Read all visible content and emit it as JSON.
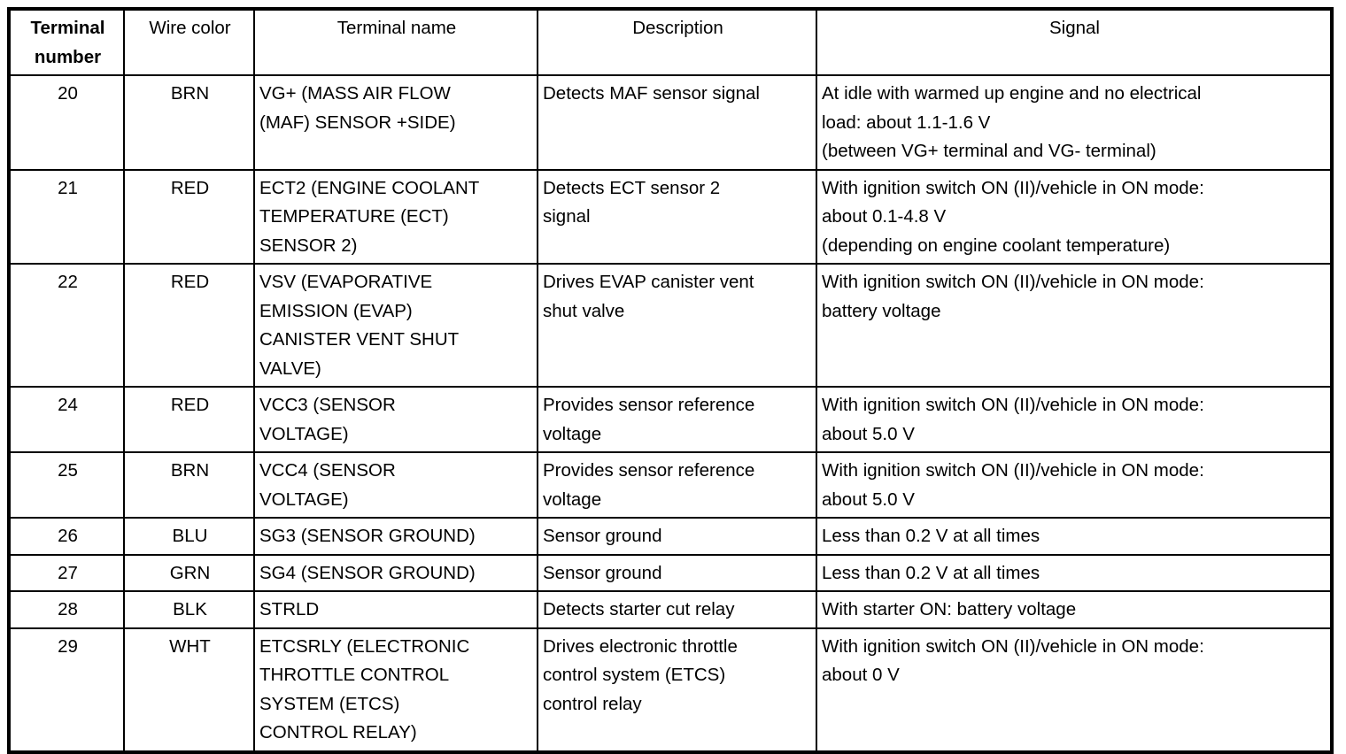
{
  "table": {
    "columns": [
      {
        "key": "terminal_number",
        "label": "Terminal\nnumber",
        "bold": true
      },
      {
        "key": "wire_color",
        "label": "Wire color",
        "bold": false
      },
      {
        "key": "terminal_name",
        "label": "Terminal name",
        "bold": false
      },
      {
        "key": "description",
        "label": "Description",
        "bold": false
      },
      {
        "key": "signal",
        "label": "Signal",
        "bold": false
      }
    ],
    "rows": [
      {
        "terminal_number": "20",
        "wire_color": "BRN",
        "terminal_name": "VG+ (MASS AIR FLOW\n(MAF) SENSOR +SIDE)",
        "description": "Detects MAF sensor signal",
        "signal": "At idle with warmed up engine and no electrical\nload: about 1.1-1.6 V\n(between VG+ terminal and VG- terminal)"
      },
      {
        "terminal_number": "21",
        "wire_color": "RED",
        "terminal_name": "ECT2 (ENGINE COOLANT\nTEMPERATURE (ECT)\nSENSOR 2)",
        "description": "Detects ECT sensor 2\nsignal",
        "signal": "With ignition switch ON (II)/vehicle in ON mode:\nabout 0.1-4.8 V\n(depending on engine coolant temperature)"
      },
      {
        "terminal_number": "22",
        "wire_color": "RED",
        "terminal_name": "VSV (EVAPORATIVE\nEMISSION (EVAP)\nCANISTER VENT SHUT\nVALVE)",
        "description": "Drives EVAP canister vent\nshut valve",
        "signal": "With ignition switch ON (II)/vehicle in ON mode:\nbattery voltage"
      },
      {
        "terminal_number": "24",
        "wire_color": "RED",
        "terminal_name": "VCC3 (SENSOR\nVOLTAGE)",
        "description": "Provides sensor reference\nvoltage",
        "signal": "With ignition switch ON (II)/vehicle in ON mode:\nabout 5.0 V"
      },
      {
        "terminal_number": "25",
        "wire_color": "BRN",
        "terminal_name": "VCC4 (SENSOR\nVOLTAGE)",
        "description": "Provides sensor reference\nvoltage",
        "signal": "With ignition switch ON (II)/vehicle in ON mode:\nabout 5.0 V"
      },
      {
        "terminal_number": "26",
        "wire_color": "BLU",
        "terminal_name": "SG3 (SENSOR GROUND)",
        "description": "Sensor ground",
        "signal": "Less than 0.2 V at all times"
      },
      {
        "terminal_number": "27",
        "wire_color": "GRN",
        "terminal_name": "SG4 (SENSOR GROUND)",
        "description": "Sensor ground",
        "signal": "Less than 0.2 V at all times"
      },
      {
        "terminal_number": "28",
        "wire_color": "BLK",
        "terminal_name": "STRLD",
        "description": "Detects starter cut relay",
        "signal": "With starter ON: battery voltage"
      },
      {
        "terminal_number": "29",
        "wire_color": "WHT",
        "terminal_name": "ETCSRLY (ELECTRONIC\nTHROTTLE CONTROL\nSYSTEM (ETCS)\nCONTROL RELAY)",
        "description": "Drives electronic throttle\ncontrol system (ETCS)\ncontrol relay",
        "signal": "With ignition switch ON (II)/vehicle in ON mode:\nabout 0 V"
      }
    ]
  }
}
